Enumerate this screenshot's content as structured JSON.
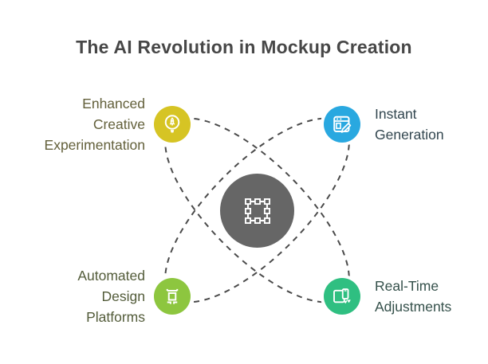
{
  "title": "The AI Revolution in Mockup Creation",
  "title_color": "#474747",
  "background": "#ffffff",
  "connectors": {
    "color": "#4a4a4a",
    "style": "dashed-ellipses"
  },
  "center_node": {
    "icon": "artboard-selection-frame-icon",
    "color": "#666666"
  },
  "nodes": [
    {
      "label": "Enhanced Creative Experimentation",
      "lines": [
        "Enhanced",
        "Creative",
        "Experimentation"
      ],
      "color": "#d6c424",
      "label_color": "#63603b",
      "icon": "lightbulb-rocket-icon",
      "position": "top-left"
    },
    {
      "label": "Instant Generation",
      "lines": [
        "Instant",
        "Generation"
      ],
      "color": "#29a8e0",
      "label_color": "#32464f",
      "icon": "design-editor-pencil-icon",
      "position": "top-right"
    },
    {
      "label": "Automated Design Platforms",
      "lines": [
        "Automated",
        "Design",
        "Platforms"
      ],
      "color": "#8dc63f",
      "label_color": "#535c3a",
      "icon": "automated-machine-icon",
      "position": "bottom-left"
    },
    {
      "label": "Real-Time Adjustments",
      "lines": [
        "Real-Time",
        "Adjustments"
      ],
      "color": "#2fbf81",
      "label_color": "#35514b",
      "icon": "responsive-devices-sync-icon",
      "position": "bottom-right"
    }
  ]
}
